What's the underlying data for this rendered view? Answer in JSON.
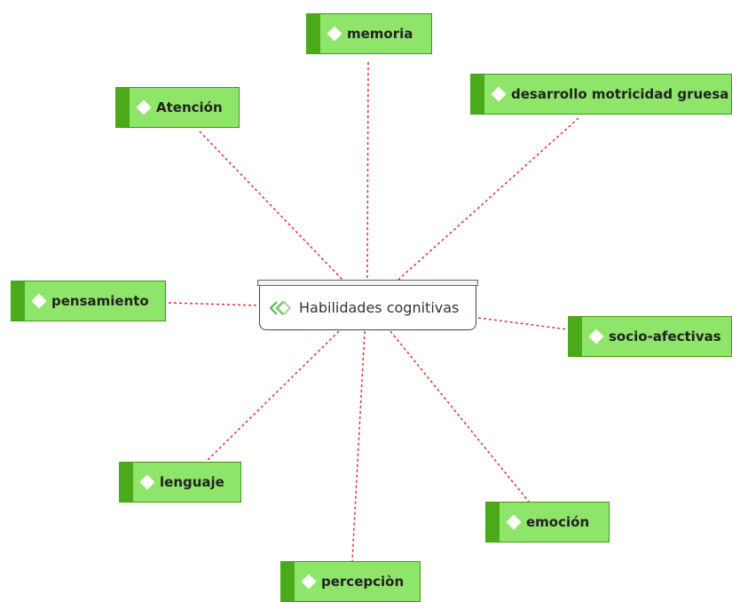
{
  "diagram": {
    "central": {
      "label": "Habilidades cognitivas",
      "icon": "double-chevron-icon"
    },
    "nodes": [
      {
        "id": "memoria",
        "label": "memoria"
      },
      {
        "id": "atencion",
        "label": "Atención"
      },
      {
        "id": "desarrollo",
        "label": "desarrollo motricidad gruesa"
      },
      {
        "id": "pensamiento",
        "label": "pensamiento"
      },
      {
        "id": "socio",
        "label": "socio-afectivas"
      },
      {
        "id": "lenguaje",
        "label": "lenguaje"
      },
      {
        "id": "emocion",
        "label": "emoción"
      },
      {
        "id": "percepcion",
        "label": "percepciòn"
      }
    ],
    "colors": {
      "node_fill": "#8fe56a",
      "node_bar": "#4aaa1a",
      "link": "#e03030"
    }
  }
}
